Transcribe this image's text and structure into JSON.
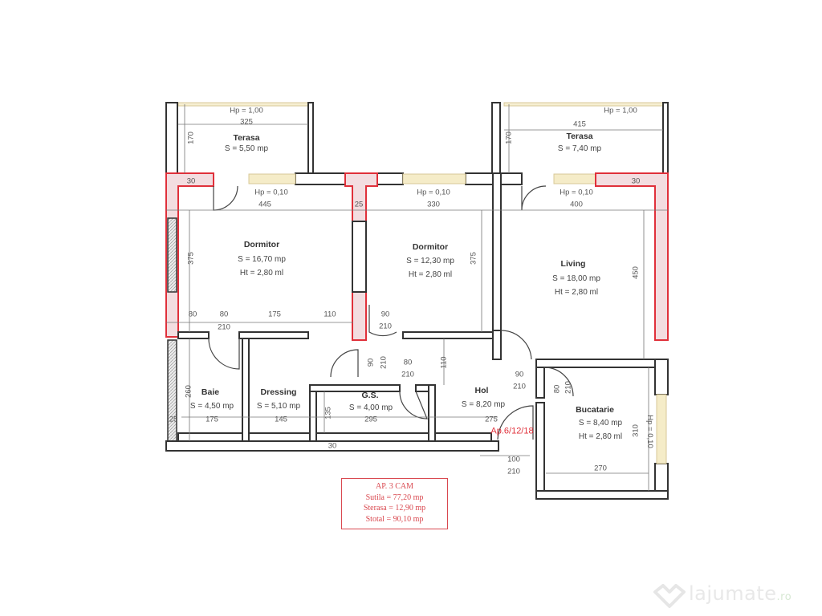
{
  "rooms": [
    {
      "id": "terasa-left",
      "name": "Terasa",
      "area": "S = 5,50 mp",
      "width_dim": "325",
      "height_dim": "170",
      "parapet": "Hp = 1,00"
    },
    {
      "id": "terasa-right",
      "name": "Terasa",
      "area": "S = 7,40 mp",
      "width_dim": "415",
      "height_dim": "170",
      "parapet": "Hp = 1,00"
    },
    {
      "id": "dormitor-1",
      "name": "Dormitor",
      "area": "S = 16,70 mp",
      "height": "Ht = 2,80 ml",
      "window": "Hp = 0,10",
      "width_dim": "445",
      "depth_dim": "375"
    },
    {
      "id": "dormitor-2",
      "name": "Dormitor",
      "area": "S = 12,30 mp",
      "height": "Ht = 2,80 ml",
      "window": "Hp = 0,10",
      "width_dim": "330",
      "depth_dim": "375"
    },
    {
      "id": "living",
      "name": "Living",
      "area": "S = 18,00 mp",
      "height": "Ht = 2,80 ml",
      "window": "Hp = 0,10",
      "width_dim": "400",
      "depth_dim": "450"
    },
    {
      "id": "baie",
      "name": "Baie",
      "area": "S = 4,50 mp",
      "width_dim": "175",
      "depth_dim": "260"
    },
    {
      "id": "dressing",
      "name": "Dressing",
      "area": "S = 5,10 mp",
      "width_dim": "145"
    },
    {
      "id": "gs",
      "name": "G.S.",
      "area": "S = 4,00 mp",
      "width_dim": "295",
      "depth_dim": "135"
    },
    {
      "id": "hol",
      "name": "Hol",
      "area": "S = 8,20 mp",
      "width_dim": "275",
      "depth_dim": "110"
    },
    {
      "id": "bucatarie",
      "name": "Bucatarie",
      "area": "S = 8,40 mp",
      "height": "Ht = 2,80 ml",
      "width_dim": "270",
      "depth_dim": "310",
      "window": "Hp = 0,10"
    }
  ],
  "dimensions": {
    "wall_25": "25",
    "wall_30": "30",
    "strip": [
      "80",
      "80",
      "175",
      "110"
    ],
    "door_210": "210",
    "door_bath_w": "80",
    "door_dorm2_w": "90",
    "door_gs_w": "80",
    "door_gs_side_w": "90",
    "door_living_w": "90",
    "door_kitchen_w": "80",
    "door_entry_w": "100",
    "gs_side": "90"
  },
  "apartment_code": "Ap.6/12/18",
  "summary": {
    "title": "AP. 3 CAM",
    "line1": "Sutila = 77,20 mp",
    "line2": "Sterasa = 12,90 mp",
    "line3": "Stotal = 90,10 mp"
  },
  "watermark": {
    "brand": "lajumate",
    "tld": ".ro"
  },
  "colors": {
    "wall": "#333333",
    "bearing_wall_fill": "#f3dde0",
    "bearing_wall_stroke": "#e0303a",
    "window": "#f5ecc8",
    "summary_red": "#d9484f"
  }
}
